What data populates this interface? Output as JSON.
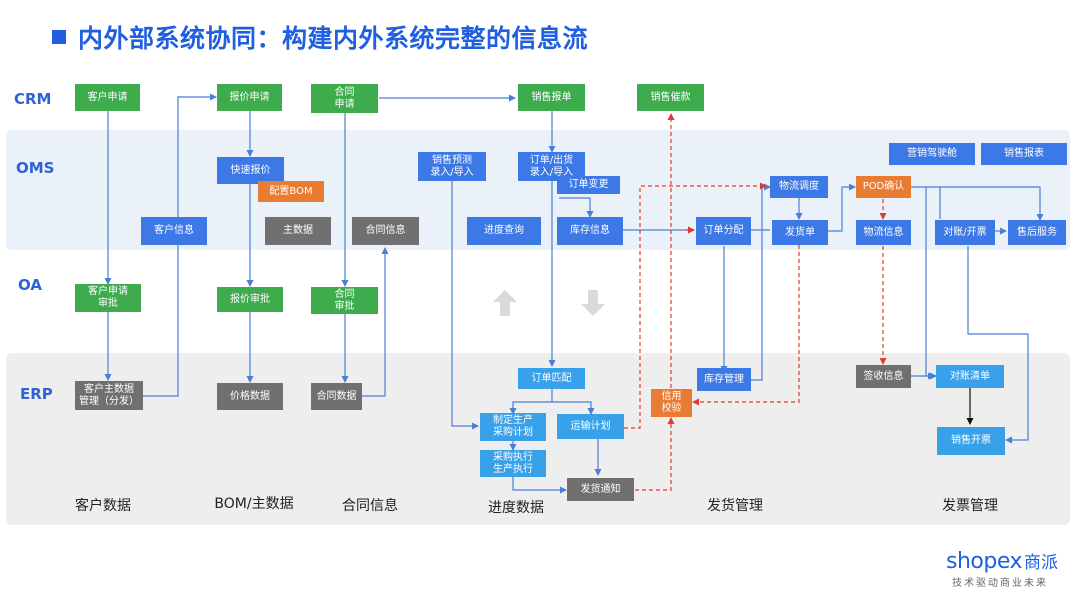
{
  "title": "内外部系统协同：构建内外系统完整的信息流",
  "rows": {
    "crm": "CRM",
    "oms": "OMS",
    "oa": "OA",
    "erp": "ERP"
  },
  "boxes": {
    "crm_customer_apply": "客户申请",
    "crm_quote_apply": "报价申请",
    "crm_contract_apply": "合同\n申请",
    "crm_sales_quote": "销售报单",
    "crm_sales_collect": "销售催款",
    "oms_fast_quote": "快速报价",
    "oms_config_bom": "配置BOM",
    "oms_customer_info": "客户信息",
    "oms_master_data": "主数据",
    "oms_contract_info": "合同信息",
    "oms_forecast_entry": "销售预测\n录入/导入",
    "oms_progress_query": "进度查询",
    "oms_order_entry": "订单/出货\n录入/导入",
    "oms_order_change": "订单变更",
    "oms_inventory_info": "库存信息",
    "oms_order_dispatch": "订单分配",
    "oms_logistics_schedule": "物流调度",
    "oms_ship_order": "发货单",
    "oms_pod_confirm": "POD确认",
    "oms_logistics_info": "物流信息",
    "oms_reconcile_invoice": "对账/开票",
    "oms_after_sales": "售后服务",
    "oms_marketing_cockpit": "营销驾驶舱",
    "oms_sales_report": "销售报表",
    "oa_customer_approve": "客户申请\n审批",
    "oa_quote_approve": "报价审批",
    "oa_contract_approve": "合同\n审批",
    "erp_customer_master": "客户主数据\n管理（分发）",
    "erp_price_data": "价格数据",
    "erp_contract_data": "合同数据",
    "erp_order_match": "订单匹配",
    "erp_production_plan": "制定生产\n采购计划",
    "erp_purchase_exec": "采购执行\n生产执行",
    "erp_transport_plan": "运输计划",
    "erp_ship_notice": "发货通知",
    "erp_credit_check": "信用\n校验",
    "erp_inventory_mgmt": "库存管理",
    "erp_sign_info": "签收信息",
    "erp_reconcile_list": "对账清单",
    "erp_sales_invoice": "销售开票"
  },
  "categories": {
    "customer_data": "客户数据",
    "bom_master": "BOM/主数据",
    "contract_info": "合同信息",
    "progress_data": "进度数据",
    "shipping_mgmt": "发货管理",
    "invoice_mgmt": "发票管理"
  },
  "icons": {
    "up": "up-arrow-icon",
    "down": "down-arrow-icon"
  },
  "colors": {
    "title": "#1f5fe0",
    "green": "#3eab4d",
    "blue": "#3c78e6",
    "light_blue": "#39a1ea",
    "gray": "#707070",
    "orange": "#e77c32",
    "flow_line": "#4a7fd6",
    "credit_line": "#e23b2e"
  },
  "logo": {
    "brand": "shopex",
    "cn": "商派",
    "tagline": "技术驱动商业未来"
  }
}
